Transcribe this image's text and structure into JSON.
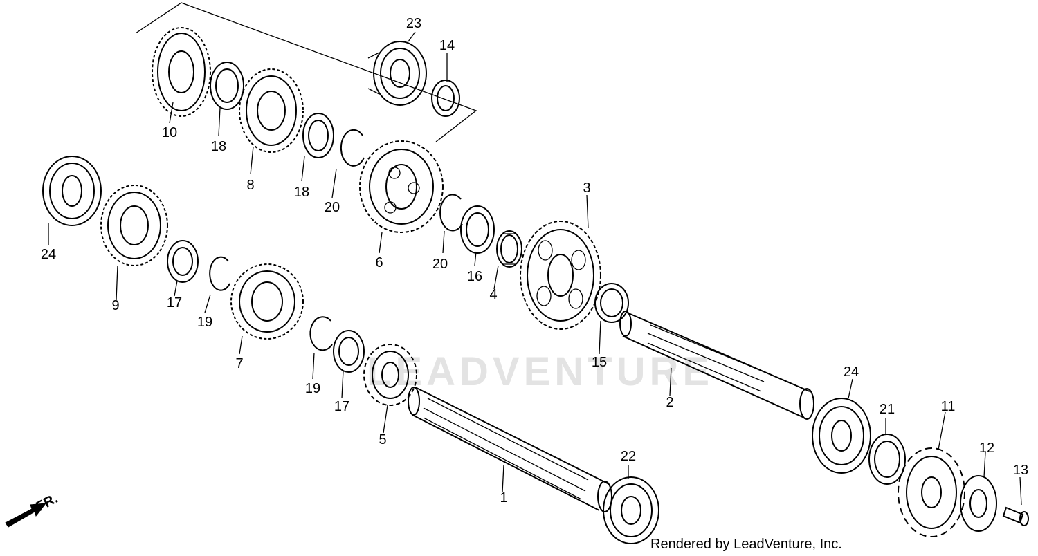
{
  "watermark": "LEADVENTURE",
  "credit": "Rendered by LeadVenture, Inc.",
  "direction_marker": "FR.",
  "parts": [
    {
      "id": "p1",
      "label": "1"
    },
    {
      "id": "p2",
      "label": "2"
    },
    {
      "id": "p3",
      "label": "3"
    },
    {
      "id": "p4",
      "label": "4"
    },
    {
      "id": "p5",
      "label": "5"
    },
    {
      "id": "p6",
      "label": "6"
    },
    {
      "id": "p7",
      "label": "7"
    },
    {
      "id": "p8",
      "label": "8"
    },
    {
      "id": "p9",
      "label": "9"
    },
    {
      "id": "p10",
      "label": "10"
    },
    {
      "id": "p11",
      "label": "11"
    },
    {
      "id": "p12",
      "label": "12"
    },
    {
      "id": "p13",
      "label": "13"
    },
    {
      "id": "p14",
      "label": "14"
    },
    {
      "id": "p15",
      "label": "15"
    },
    {
      "id": "p16",
      "label": "16"
    },
    {
      "id": "p17a",
      "label": "17"
    },
    {
      "id": "p17b",
      "label": "17"
    },
    {
      "id": "p18a",
      "label": "18"
    },
    {
      "id": "p18b",
      "label": "18"
    },
    {
      "id": "p19a",
      "label": "19"
    },
    {
      "id": "p19b",
      "label": "19"
    },
    {
      "id": "p20a",
      "label": "20"
    },
    {
      "id": "p20b",
      "label": "20"
    },
    {
      "id": "p21",
      "label": "21"
    },
    {
      "id": "p22",
      "label": "22"
    },
    {
      "id": "p23",
      "label": "23"
    },
    {
      "id": "p24a",
      "label": "24"
    },
    {
      "id": "p24b",
      "label": "24"
    }
  ]
}
